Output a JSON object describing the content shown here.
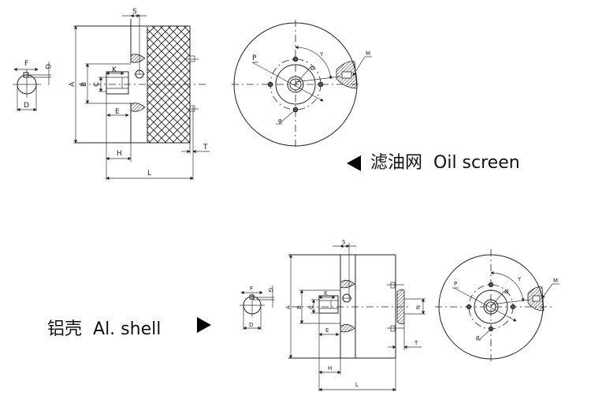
{
  "captions": {
    "oil_screen": {
      "cn": "滤油网",
      "en": "Oil screen",
      "arrow": "left-triangle-icon"
    },
    "al_shell": {
      "cn": "铝壳",
      "en": "Al. shell",
      "arrow": "right-triangle-icon"
    }
  },
  "dimension_labels": {
    "A": "A",
    "B": "B",
    "C": "C",
    "D": "D",
    "E": "E",
    "F": "F",
    "G": "G",
    "H": "H",
    "K": "K",
    "L": "L",
    "M": "M",
    "N": "N",
    "P": "P",
    "S": "S",
    "T": "T",
    "Y": "Y",
    "phi": "ø",
    "O": "Ø"
  },
  "views": [
    {
      "id": "oil-screen-shaft-end",
      "type": "shaft-section"
    },
    {
      "id": "oil-screen-side",
      "type": "side-elevation",
      "body": "crosshatched oil screen"
    },
    {
      "id": "oil-screen-front",
      "type": "front-circle"
    },
    {
      "id": "al-shell-shaft-end",
      "type": "shaft-section"
    },
    {
      "id": "al-shell-side",
      "type": "side-elevation",
      "body": "aluminium shell"
    },
    {
      "id": "al-shell-front",
      "type": "front-circle"
    }
  ]
}
